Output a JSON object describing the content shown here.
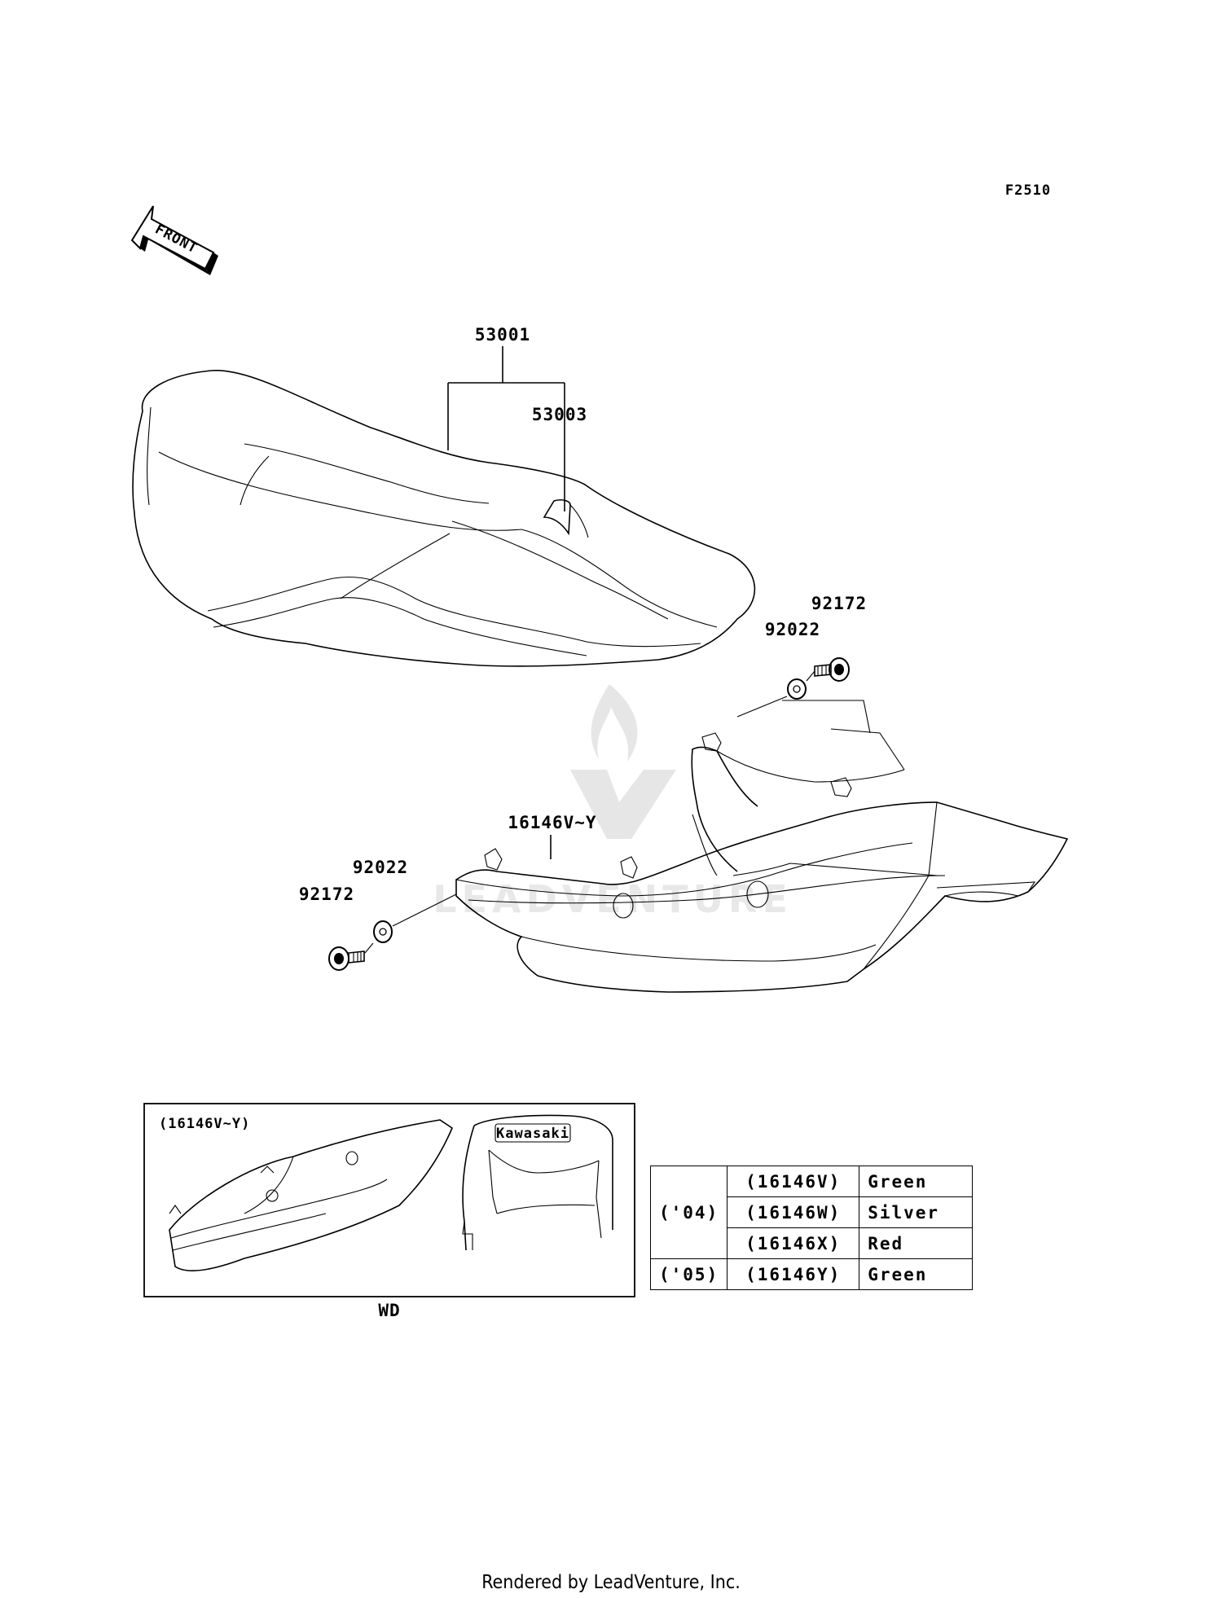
{
  "figure_code": "F2510",
  "front_label": "FRONT",
  "parts": {
    "seat": "53001",
    "seat_sub": "53003",
    "bolt_right": "92172",
    "washer_right": "92022",
    "cover": "16146V~Y",
    "washer_left": "92022",
    "bolt_left": "92172"
  },
  "inset": {
    "title": "(16146V~Y)",
    "caption": "WD",
    "emblem": "Kawasaki"
  },
  "color_table": {
    "rows": [
      {
        "year": "('04)",
        "code": "(16146V)",
        "color": "Green"
      },
      {
        "code": "(16146W)",
        "color": "Silver"
      },
      {
        "code": "(16146X)",
        "color": "Red"
      },
      {
        "year": "('05)",
        "code": "(16146Y)",
        "color": "Green"
      }
    ]
  },
  "watermark": "LEADVENTURE",
  "footer": "Rendered by LeadVenture, Inc."
}
